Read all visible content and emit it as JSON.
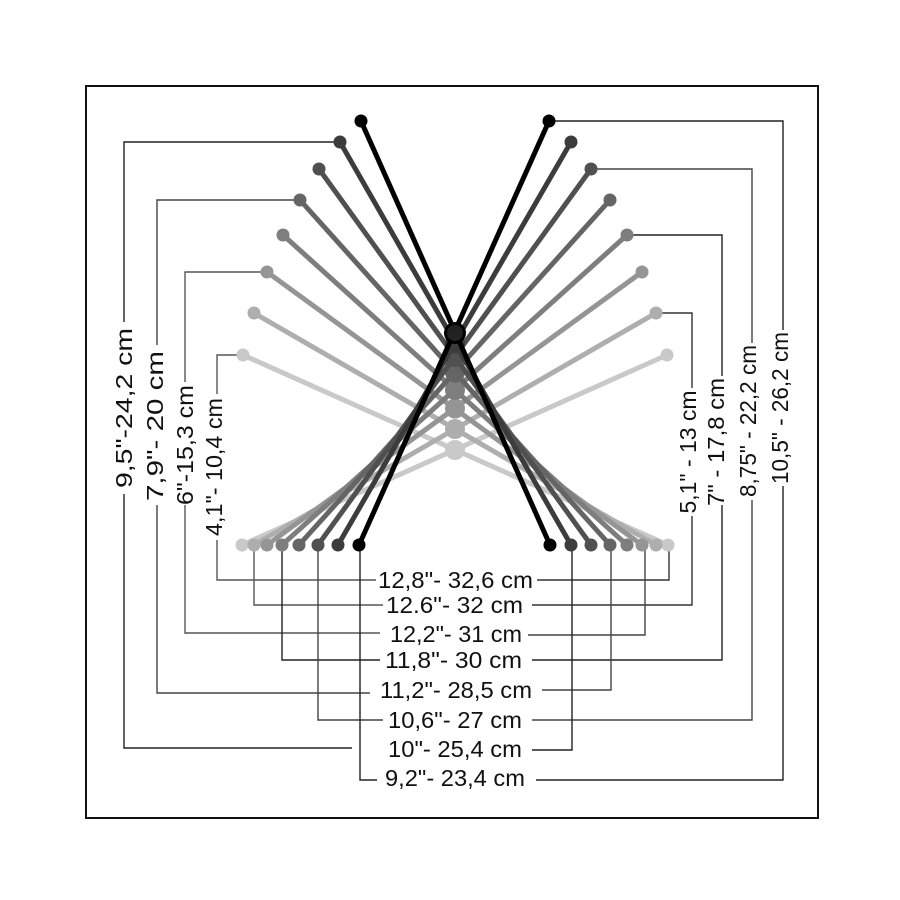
{
  "diagram": {
    "leg_colors": [
      "#000000",
      "#3c3c3c",
      "#505050",
      "#656565",
      "#7e7e7e",
      "#959595",
      "#aeaeae",
      "#c9c9c9"
    ],
    "left_labels": [
      "9,5\"-24,2 cm",
      "7,9\"- 20 cm",
      "6\"-15,3 cm",
      "4,1\"- 10,4 cm"
    ],
    "right_labels": [
      "5,1\" - 13 cm",
      "7\" - 17,8 cm",
      "8,75\" - 22,2 cm",
      "10,5\" - 26,2 cm"
    ],
    "bottom_labels": [
      "12,8\"- 32,6 cm",
      "12.6\"- 32 cm",
      "12,2\"- 31 cm",
      "11,8\"- 30 cm",
      "11,2\"- 28,5 cm",
      "10,6\"- 27 cm",
      "10\"- 25,4 cm",
      "9,2\"- 23,4 cm"
    ]
  }
}
